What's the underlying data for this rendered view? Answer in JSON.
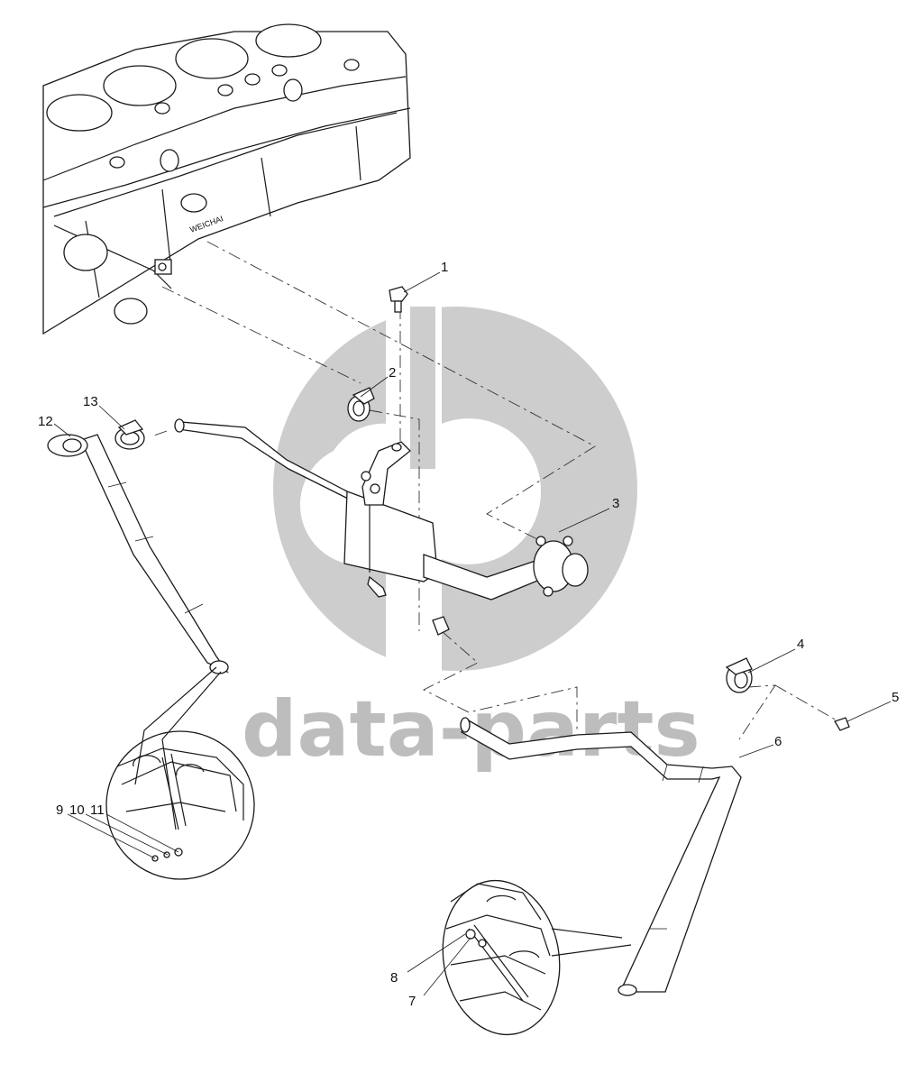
{
  "watermark": {
    "text": "data-parts",
    "color": "#bdbdbd",
    "logo_color": "#c8c8c8"
  },
  "engine_block": {
    "brand": "WEICHAI"
  },
  "callouts": [
    {
      "id": "c1",
      "label": "1"
    },
    {
      "id": "c2",
      "label": "2"
    },
    {
      "id": "c3",
      "label": "3"
    },
    {
      "id": "c4",
      "label": "4"
    },
    {
      "id": "c5",
      "label": "5"
    },
    {
      "id": "c6",
      "label": "6"
    },
    {
      "id": "c7",
      "label": "7"
    },
    {
      "id": "c8",
      "label": "8"
    },
    {
      "id": "c9",
      "label": "9"
    },
    {
      "id": "c10",
      "label": "10"
    },
    {
      "id": "c11",
      "label": "11"
    },
    {
      "id": "c12",
      "label": "12"
    },
    {
      "id": "c13",
      "label": "13"
    }
  ]
}
